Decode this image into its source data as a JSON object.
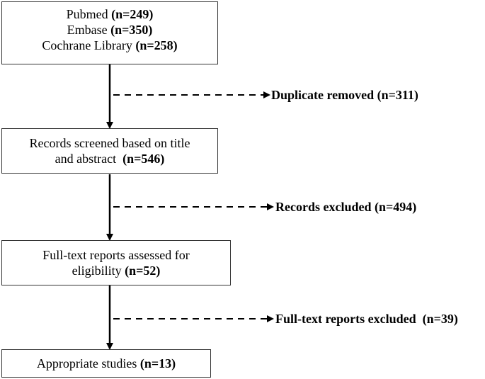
{
  "boxes": {
    "sources": {
      "lines": [
        {
          "text": "Pubmed ",
          "count": "(n=249)"
        },
        {
          "text": "Embase ",
          "count": "(n=350)"
        },
        {
          "text": "Cochrane Library ",
          "count": "(n=258)"
        }
      ]
    },
    "screened": {
      "line1": "Records screened based on title",
      "line2": "and abstract  ",
      "count": "(n=546)"
    },
    "fulltext": {
      "line1": "Full-text reports assessed for",
      "line2": "eligibility ",
      "count": "(n=52)"
    },
    "included": {
      "text": "Appropriate studies ",
      "count": "(n=13)"
    }
  },
  "exclusions": {
    "duplicates": "Duplicate removed (n=311)",
    "records": "Records excluded (n=494)",
    "fulltext": "Full-text reports excluded  (n=39)"
  }
}
